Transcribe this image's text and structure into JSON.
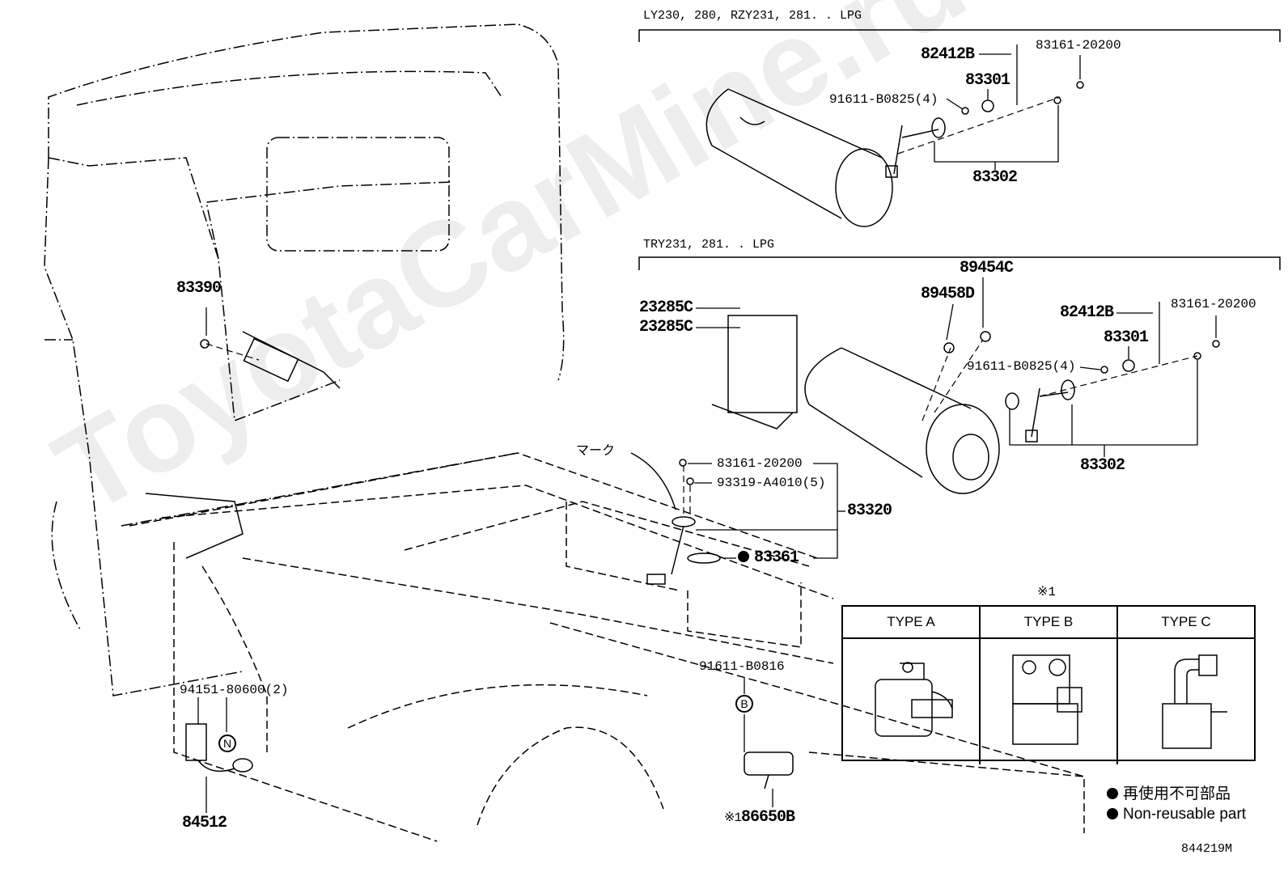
{
  "headers": {
    "top_section": "LY230, 280, RZY231, 281. . LPG",
    "mid_section": "TRY231, 281. . LPG"
  },
  "parts": {
    "p82412B_top": "82412B",
    "p83161_20200_top": "83161-20200",
    "p83301_top": "83301",
    "p91611_B0825_top": "91611-B0825(4)",
    "p83302_top": "83302",
    "p89454C": "89454C",
    "p89458D": "89458D",
    "p23285C_a": "23285C",
    "p23285C_b": "23285C",
    "p82412B_mid": "82412B",
    "p83161_20200_mid": "83161-20200",
    "p83301_mid": "83301",
    "p91611_B0825_mid": "91611-B0825(4)",
    "p83302_mid": "83302",
    "p83390": "83390",
    "mark_label": "マーク",
    "p83161_20200_low": "83161-20200",
    "p93319_A4010": "93319-A4010(5)",
    "p83320": "83320",
    "p83361": "83361",
    "p91611_B0816": "91611-B0816",
    "p94151_80600": "94151-80600(2)",
    "p84512": "84512",
    "p86650B": "86650B",
    "p86650B_prefix": "※1",
    "circle_b": "B",
    "circle_n": "N"
  },
  "type_table": {
    "note": "※1",
    "headers": [
      "TYPE A",
      "TYPE B",
      "TYPE C"
    ]
  },
  "legend": {
    "jp": "再使用不可部品",
    "en": "Non-reusable part"
  },
  "figure_id": "844219M",
  "watermark": "ToyotaCarMine.ru"
}
